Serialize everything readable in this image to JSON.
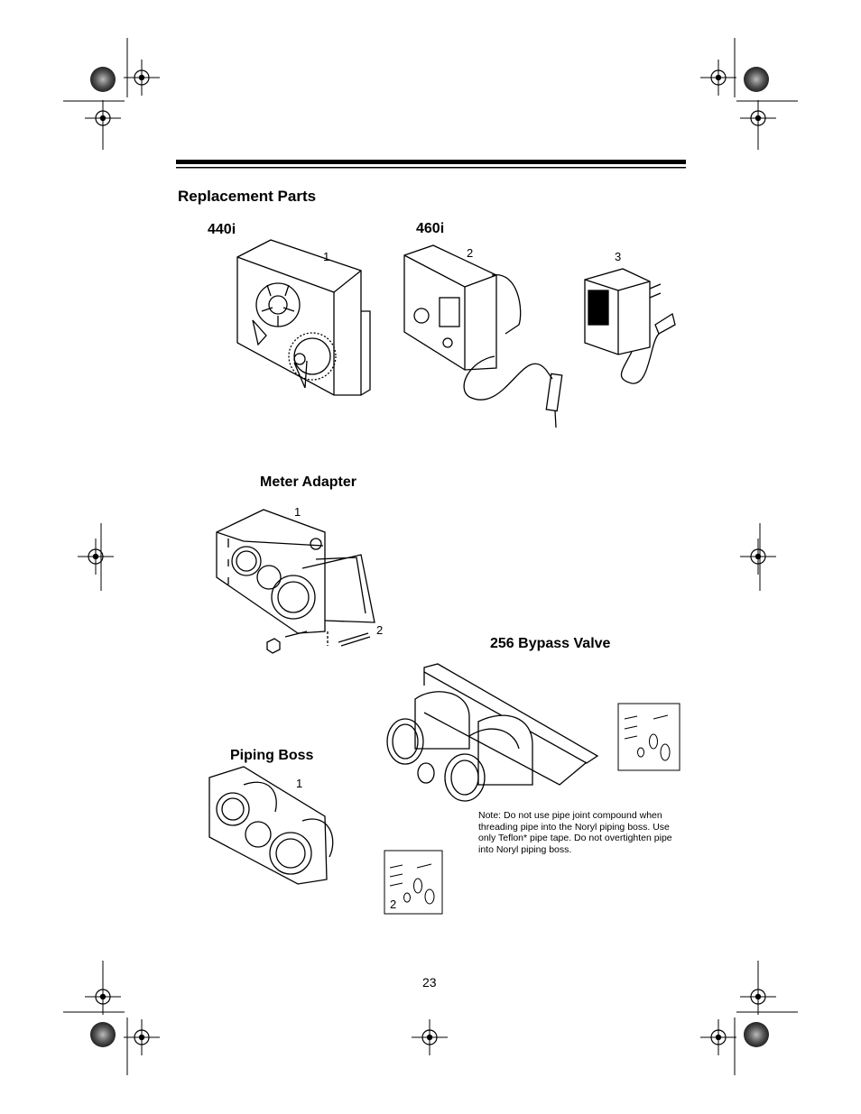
{
  "page": {
    "title": "Replacement Parts",
    "page_number": "23"
  },
  "sections": {
    "s440i": {
      "heading": "440i",
      "callout": "1"
    },
    "s460i": {
      "heading": "460i",
      "callout_timer": "2",
      "callout_adapter": "3"
    },
    "meter_adapter": {
      "heading": "Meter Adapter",
      "callout_body": "1",
      "callout_screw": "2"
    },
    "bypass": {
      "heading": "256 Bypass Valve"
    },
    "piping_boss": {
      "heading": "Piping Boss",
      "callout_body": "1",
      "callout_kit": "2"
    }
  },
  "note": "Note:   Do not use pipe joint compound when threading pipe into the Noryl piping boss. Use only Teflon* pipe tape. Do not overtighten pipe into Noryl piping boss."
}
